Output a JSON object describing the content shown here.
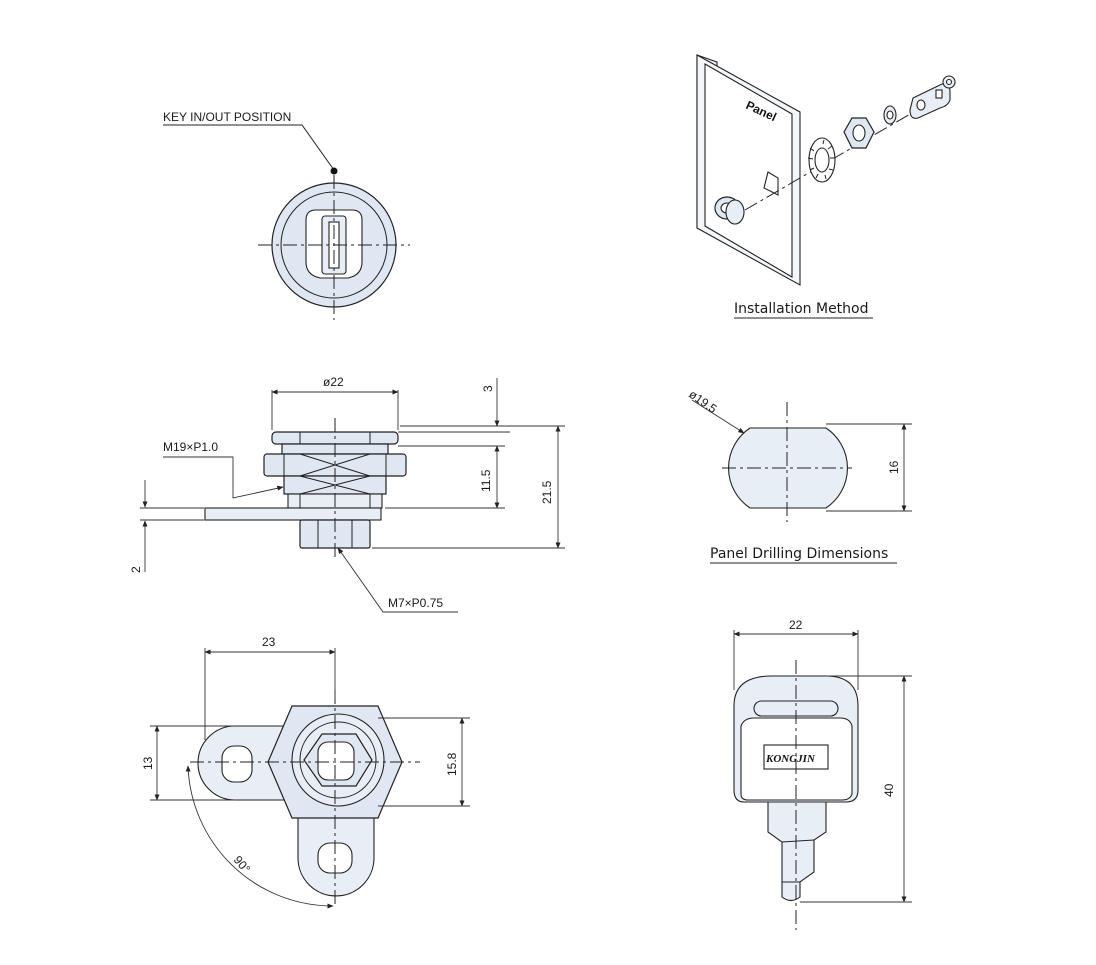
{
  "labels": {
    "key_position": "KEY IN/OUT POSITION",
    "dia22": "ø22",
    "dim3": "3",
    "m19": "M19×P1.0",
    "dim11_5": "11.5",
    "dim21_5": "21.5",
    "dim2": "2",
    "m7": "M7×P0.75",
    "dim23": "23",
    "dim13": "13",
    "dim15_8": "15.8",
    "angle90": "90°",
    "dia19_5": "ø19.5",
    "dim16": "16",
    "key_width": "22",
    "key_height": "40",
    "brand": "KONGJIN",
    "panel": "Panel"
  },
  "captions": {
    "installation": "Installation Method",
    "drilling": "Panel Drilling Dimensions"
  },
  "colors": {
    "part_fill": "#dfe8f2",
    "line": "#222222"
  }
}
